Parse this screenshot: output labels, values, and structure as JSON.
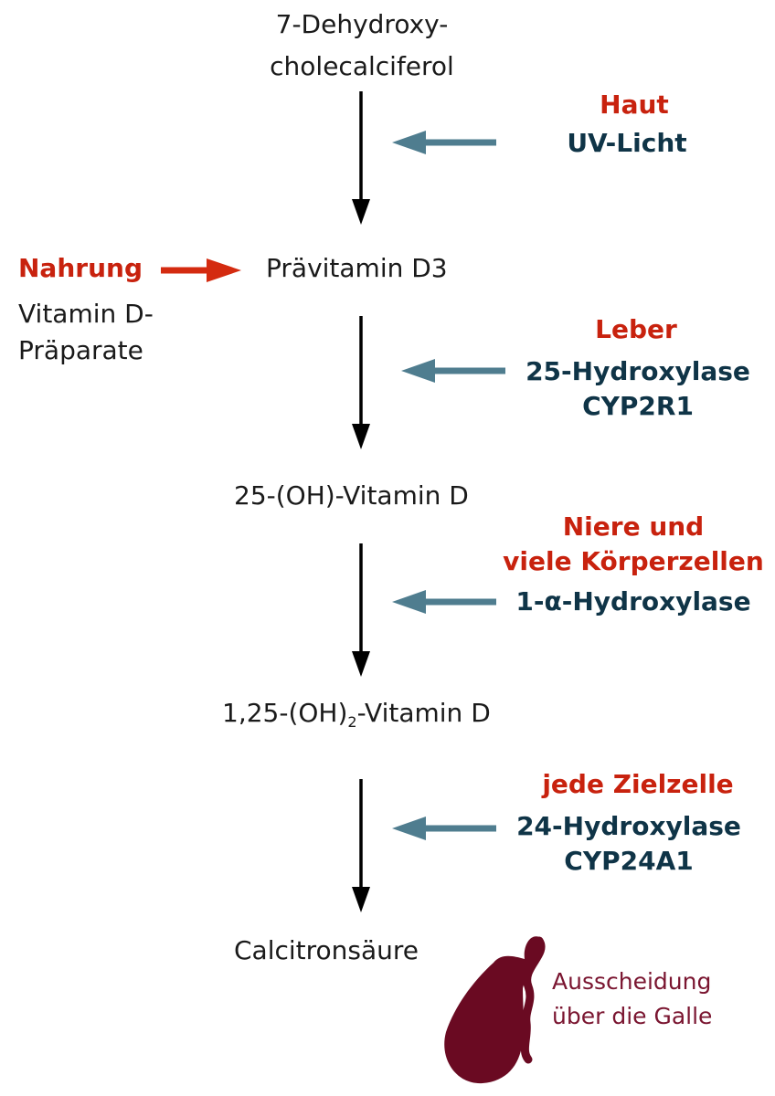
{
  "compounds": {
    "c1": [
      "7-Dehydroxy-",
      "cholecalciferol"
    ],
    "c2": "Prävitamin D3",
    "c3": "25-(OH)-Vitamin D",
    "c4_pre": "1,25-(OH)",
    "c4_sub": "2",
    "c4_post": "-Vitamin D",
    "c5": "Calcitronsäure"
  },
  "steps": [
    {
      "location": [
        "Haut"
      ],
      "enzyme": [
        "UV-Licht"
      ]
    },
    {
      "location": [
        "Leber"
      ],
      "enzyme": [
        "25-Hydroxylase",
        "CYP2R1"
      ]
    },
    {
      "location": [
        "Niere und",
        "viele Körperzellen"
      ],
      "enzyme": [
        "1-α-Hydroxylase"
      ]
    },
    {
      "location": [
        "jede Zielzelle"
      ],
      "enzyme": [
        "24-Hydroxylase",
        "CYP24A1"
      ]
    }
  ],
  "diet": {
    "label": "Nahrung",
    "supplements": [
      "Vitamin D-",
      "Präparate"
    ]
  },
  "excretion": [
    "Ausscheidung",
    "über die Galle"
  ],
  "colors": {
    "location": "#c8220e",
    "enzyme": "#0f3447",
    "enzyme_arrow": "#4f7d8f",
    "diet_arrow": "#d42b10",
    "main_arrow": "#000000",
    "gallbladder": "#6a0a22",
    "excretion_text": "#7a1530"
  },
  "icons": {
    "gallbladder": "gallbladder-icon"
  }
}
